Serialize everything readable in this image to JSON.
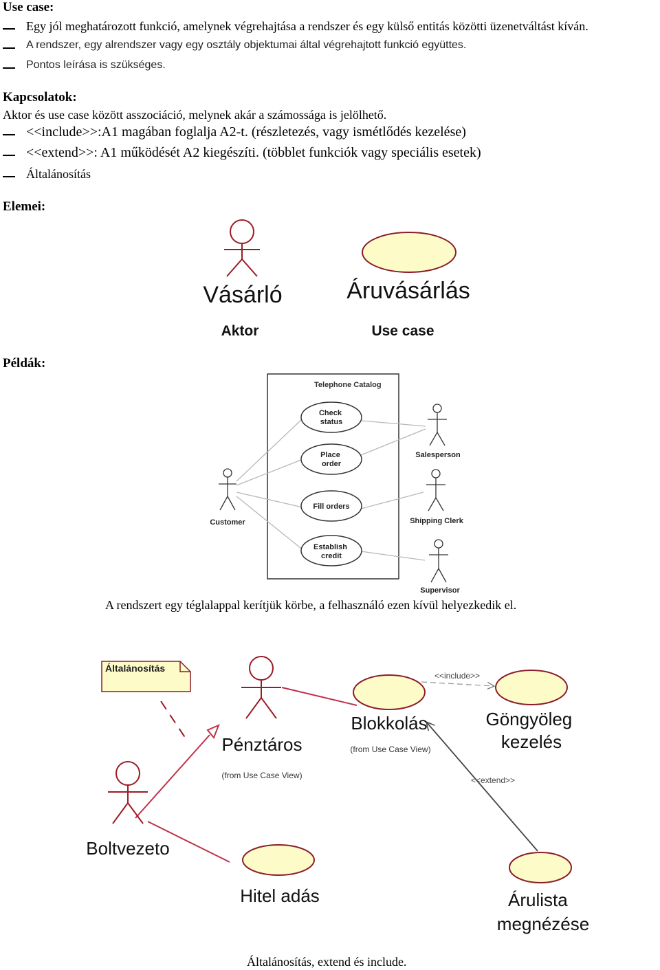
{
  "usecase": {
    "heading": "Use case:",
    "items": [
      "Egy jól meghatározott funkció, amelynek végrehajtása a rendszer és egy külső entitás közötti üzenetváltást kíván.",
      "A rendszer, egy alrendszer vagy egy osztály objektumai által végrehajtott funkció együttes.",
      "Pontos leírása is szükséges."
    ]
  },
  "kapcsolatok": {
    "heading": "Kapcsolatok:",
    "intro": "Aktor és use case között asszociáció, melynek akár a számossága is jelölhető.",
    "items": [
      "<<include>>:A1 magában foglalja A2-t. (részletezés, vagy ismétlődés kezelése)",
      "<<extend>>: A1 működését A2 kiegészíti. (többlet funkciók vagy speciális esetek)",
      "Általánosítás"
    ]
  },
  "elemei": {
    "heading": "Elemei:",
    "actor_name": "Vásárló",
    "actor_caption": "Aktor",
    "usecase_name": "Áruvásárlás",
    "usecase_caption": "Use case"
  },
  "peldak": {
    "heading": "Példák:",
    "diagram1": {
      "system": "Telephone Catalog",
      "usecases": [
        "Check status",
        "Place order",
        "Fill orders",
        "Establish credit"
      ],
      "usecase_lines": [
        [
          "Check",
          "status"
        ],
        [
          "Place",
          "order"
        ],
        [
          "Fill orders"
        ],
        [
          "Establish",
          "credit"
        ]
      ],
      "actors": [
        "Customer",
        "Salesperson",
        "Shipping Clerk",
        "Supervisor"
      ]
    },
    "caption1": "A rendszert egy téglalappal kerítjük körbe, a felhasználó ezen kívül helyezkedik el.",
    "diagram2": {
      "note": "Általánosítás",
      "actors": [
        "Pénztáros",
        "Boltvezeto"
      ],
      "actor_sub": "(from Use Case View)",
      "usecases": [
        "Blokkolás",
        "Göngyöleg kezelés",
        "Hitel adás",
        "Árulista megnézése"
      ],
      "usecase_lines": [
        [
          "Blokkolás"
        ],
        [
          "Göngyöleg",
          "kezelés"
        ],
        [
          "Hitel adás"
        ],
        [
          "Árulista",
          "megnézése"
        ]
      ],
      "usecase_sub": "(from Use Case View)",
      "include_label": "<<include>>",
      "extend_label": "<<extend>>",
      "ellipse_fill": "#fdfbc8",
      "actor_color": "#9a1b24",
      "line_color": "#c0304a"
    },
    "caption2": "Általánosítás, extend és include."
  }
}
